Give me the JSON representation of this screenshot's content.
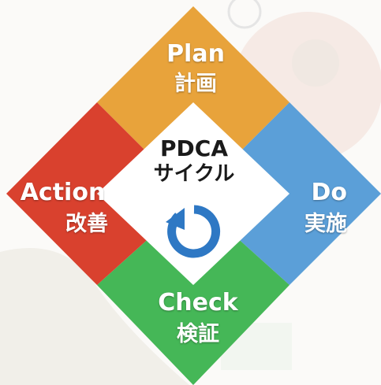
{
  "center": {
    "title": "PDCA",
    "subtitle": "サイクル"
  },
  "sections": {
    "plan": {
      "en": "Plan",
      "ja": "計画",
      "color": "#E8A33B"
    },
    "do": {
      "en": "Do",
      "ja": "実施",
      "color": "#5B9FD8"
    },
    "check": {
      "en": "Check",
      "ja": "検証",
      "color": "#45B757"
    },
    "action": {
      "en": "Action",
      "ja": "改善",
      "color": "#D9412E"
    }
  },
  "cycle_icon": {
    "name": "refresh-cycle-icon",
    "color": "#2E78C4"
  },
  "background": {
    "color": "#F4F2EE"
  }
}
